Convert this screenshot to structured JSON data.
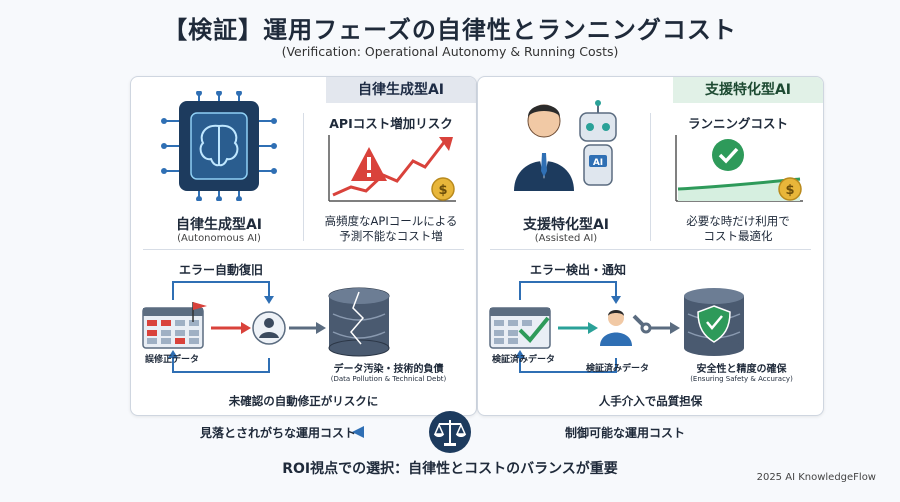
{
  "header": {
    "title": "【検証】運用フェーズの自律性とランニングコスト",
    "subtitle": "(Verification: Operational Autonomy & Running Costs)"
  },
  "left_panel": {
    "tag": "自律生成型AI",
    "name": "自律生成型AI",
    "name_en": "(Autonomous AI)",
    "cost_title": "APIコスト増加リスク",
    "cost_desc_1": "高頻度なAPIコールによる",
    "cost_desc_2": "予測不能なコスト増",
    "flow_title": "エラー自動復旧",
    "data_label": "誤修正データ",
    "db_label": "データ汚染・技術的負債",
    "db_label_en": "(Data Pollution & Technical Debt)",
    "note": "未確認の自動修正がリスクに"
  },
  "right_panel": {
    "tag": "支援特化型AI",
    "name": "支援特化型AI",
    "name_en": "(Assisted AI)",
    "robot_badge": "AI",
    "cost_title": "ランニングコスト",
    "cost_desc_1": "必要な時だけ利用で",
    "cost_desc_2": "コスト最適化",
    "flow_title": "エラー検出・通知",
    "data_label": "検証済みデータ",
    "person_label": "検証済みデータ",
    "db_label": "安全性と精度の確保",
    "db_label_en": "(Ensuring Safety & Accuracy)",
    "note": "人手介入で品質担保"
  },
  "bottom": {
    "left_label": "見落とされがちな運用コスト",
    "right_label": "制御可能な運用コスト",
    "conclusion": "ROI視点での選択：自律性とコストのバランスが重要",
    "credit": "2025 AI KnowledgeFlow"
  },
  "colors": {
    "navy": "#1d3b5e",
    "risk_red": "#d9423b",
    "safe_green": "#2e9a5a",
    "coin_gold": "#e8b63a",
    "teal": "#2aa198"
  }
}
